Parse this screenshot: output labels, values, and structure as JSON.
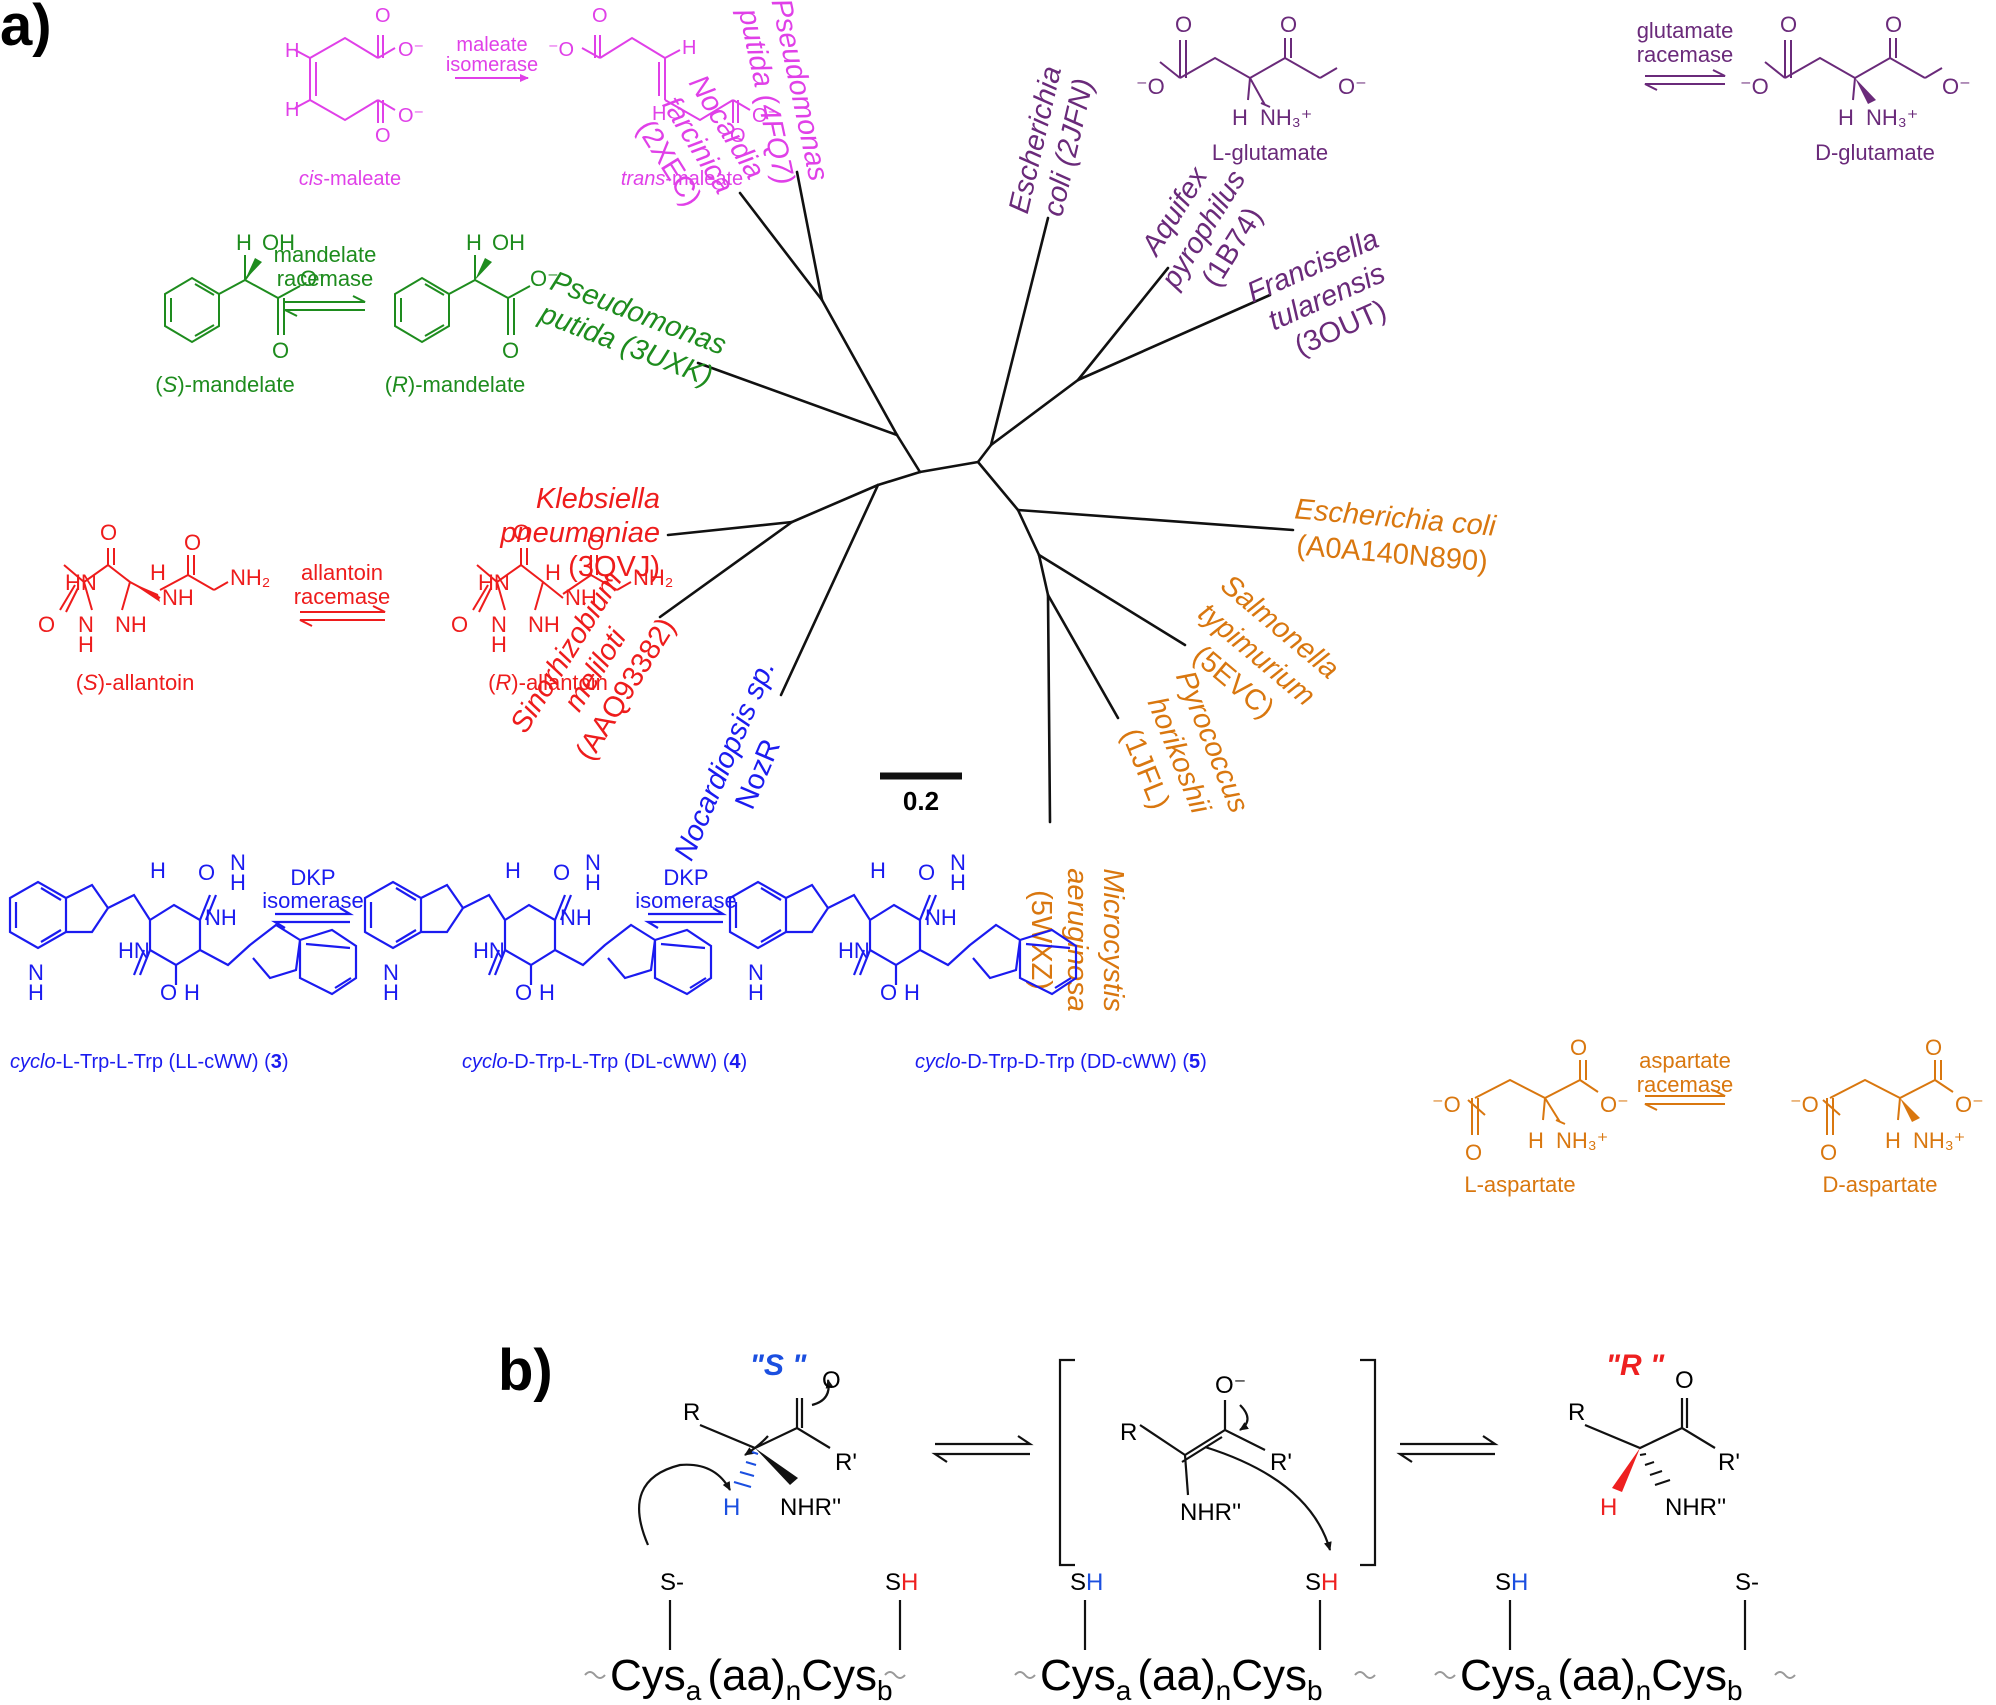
{
  "panels": {
    "a": "a)",
    "b": "b)"
  },
  "colors": {
    "magenta": "#e040e8",
    "purple": "#6a2a7a",
    "green": "#1e8c1e",
    "red": "#ee1c1c",
    "blue": "#1b1bf0",
    "orange": "#d9770f",
    "black": "#111111",
    "bold_blue": "#1b4fe0",
    "bold_red": "#ee2020"
  },
  "scale_bar": {
    "value": "0.2"
  },
  "tree_leaves": {
    "nocardia": [
      "Nocardia",
      "farcinica",
      "(2XEC)"
    ],
    "pseudomonas_4fq7": [
      "Pseudomonas",
      "putida (4FQ7)"
    ],
    "ecoli_2jfn": [
      "Escherichia",
      "coli (2JFN)"
    ],
    "aquifex": [
      "Aquifex",
      "pyrophilus",
      "(1B74)"
    ],
    "francisella": [
      "Francisella",
      "tularensis",
      "(3OUT)"
    ],
    "pseudomonas_3uxk": [
      "Pseudomonas",
      "putida (3UXK)"
    ],
    "klebsiella": [
      "Klebsiella",
      "pneumoniae",
      "(3QVJ)"
    ],
    "sinorhizobium": [
      "Sinorhizobium",
      "meliloti",
      "(AAQ93382)"
    ],
    "nocardiopsis": [
      "Nocardiopsis sp.",
      "NozR"
    ],
    "ecoli_a0a": [
      "Escherichia coli",
      "(A0A140N890)"
    ],
    "salmonella": [
      "Salmonella",
      "typimurium",
      "(5EVC)"
    ],
    "pyrococcus": [
      "Pyrococcus",
      "horikoshii",
      "(1JFL)"
    ],
    "microcystis": [
      "Microcystis",
      "aeruginosa",
      "(5WXZ)"
    ]
  },
  "reactions": {
    "maleate": {
      "enzyme": [
        "maleate",
        "isomerase"
      ],
      "left": [
        "cis",
        "-maleate"
      ],
      "right": [
        "trans",
        "-maleate"
      ]
    },
    "glutamate": {
      "enzyme": [
        "glutamate",
        "racemase"
      ],
      "left": "L-glutamate",
      "right": "D-glutamate"
    },
    "mandelate": {
      "enzyme": [
        "mandelate",
        "racemase"
      ],
      "left": [
        "(",
        "S",
        ")-mandelate"
      ],
      "right": [
        "(",
        "R",
        ")-mandelate"
      ]
    },
    "allantoin": {
      "enzyme": [
        "allantoin",
        "racemase"
      ],
      "left": [
        "(",
        "S",
        ")-allantoin"
      ],
      "right": [
        "(",
        "R",
        ")-allantoin"
      ]
    },
    "dkp": {
      "enzyme": [
        "DKP",
        "isomerase"
      ],
      "names": [
        [
          "cyclo",
          "-L-Trp-L-Trp (LL-cWW) (",
          "3",
          ")"
        ],
        [
          "cyclo",
          "-D-Trp-L-Trp (DL-cWW) (",
          "4",
          ")"
        ],
        [
          "cyclo",
          "-D-Trp-D-Trp (DD-cWW) (",
          "5",
          ")"
        ]
      ]
    },
    "aspartate": {
      "enzyme": [
        "aspartate",
        "racemase"
      ],
      "left": "L-aspartate",
      "right": "D-aspartate"
    }
  },
  "mechanism": {
    "s_label": "\"S \"",
    "r_label": "\"R \"",
    "cys": "Cys",
    "sub_a": "a",
    "sub_b": "b",
    "sub_n": "n",
    "aa": "(aa)",
    "R": "R",
    "R_prime": "R'",
    "O": "O",
    "O_minus": "O-",
    "H": "H",
    "NHR": "NHR''",
    "S_minus": "S-",
    "SH": "SH"
  }
}
